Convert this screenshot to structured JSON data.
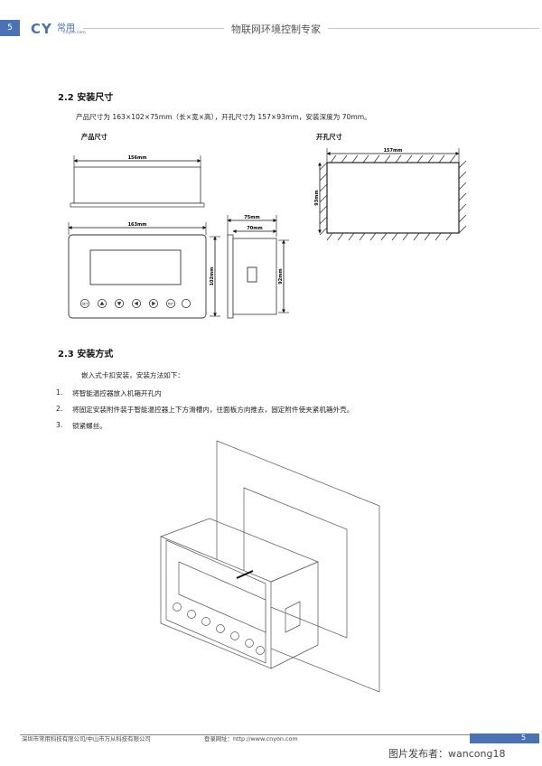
{
  "header": {
    "page_number": "5",
    "logo_letters": "CY",
    "logo_cn": "常用",
    "logo_url": "cnyon.com",
    "title": "物联网环境控制专家"
  },
  "section_2_2": {
    "title": "2.2  安装尺寸",
    "text": "产品尺寸为 163×102×75mm（长×宽×高），开孔尺寸为 157×93mm，安装深度为 70mm。",
    "label_product": "产品尺寸",
    "label_cutout": "开孔尺寸",
    "dims": {
      "top_width": "156mm",
      "front_width": "163mm",
      "front_height": "102mm",
      "side_depth_outer": "75mm",
      "side_depth_inner": "70mm",
      "side_height": "92mm",
      "cut_width": "157mm",
      "cut_height": "93mm"
    },
    "buttons": [
      "SET",
      "▲",
      "▼",
      "◀",
      "▶",
      "RST"
    ]
  },
  "section_2_3": {
    "title": "2.3  安装方式",
    "intro": "嵌入式卡扣安装，安装方法如下：",
    "steps": [
      {
        "num": "1.",
        "text": "将智能温控器放入机箱开孔内"
      },
      {
        "num": "2.",
        "text": "将固定安装附件装于智能温控器上下方滑槽内，往面板方向推去，固定附件使夹紧机箱外壳。"
      },
      {
        "num": "3.",
        "text": "锁紧螺丝。"
      }
    ]
  },
  "footer": {
    "company": "深圳市常用科技有限公司/中山市万从科技有限公司",
    "website": "登录网址：http://www.cnyon.com",
    "page_number": "5"
  },
  "watermark": "图片发布者：wancong18",
  "colors": {
    "accent": "#4a72b4"
  }
}
